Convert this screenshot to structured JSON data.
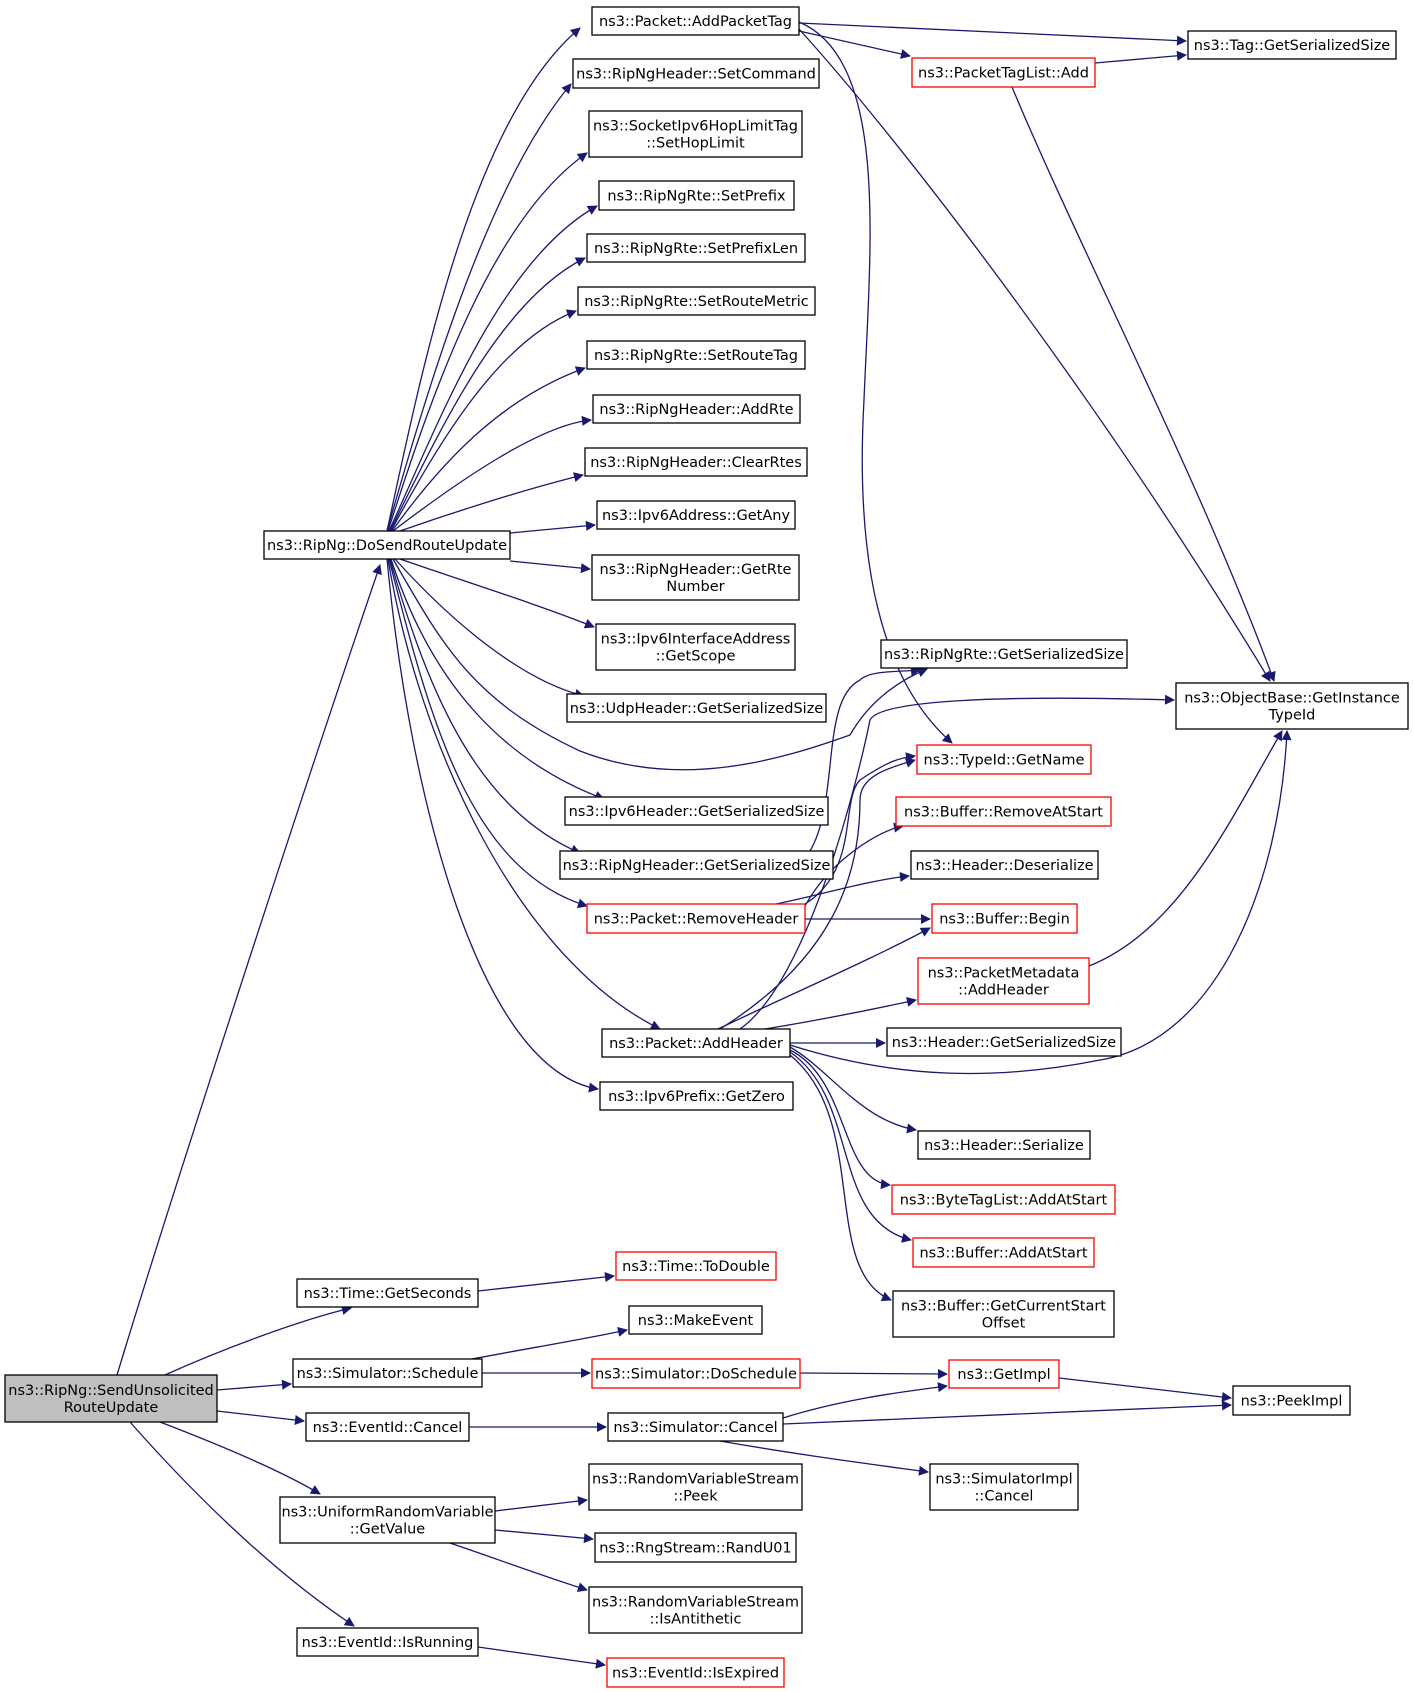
{
  "graph": {
    "edge_color": "#191970",
    "truncated_border_color": "#ff0000",
    "root_fill": "#bfbfbf",
    "nodes": [
      {
        "id": "root",
        "lines": [
          "ns3::RipNg::SendUnsolicited",
          "RouteUpdate"
        ],
        "kind": "root"
      },
      {
        "id": "dosend",
        "lines": [
          "ns3::RipNg::DoSendRouteUpdate"
        ],
        "kind": "normal"
      },
      {
        "id": "addpackettag",
        "lines": [
          "ns3::Packet::AddPacketTag"
        ],
        "kind": "normal"
      },
      {
        "id": "setcommand",
        "lines": [
          "ns3::RipNgHeader::SetCommand"
        ],
        "kind": "normal"
      },
      {
        "id": "sethoplimit",
        "lines": [
          "ns3::SocketIpv6HopLimitTag",
          "::SetHopLimit"
        ],
        "kind": "normal"
      },
      {
        "id": "setprefix",
        "lines": [
          "ns3::RipNgRte::SetPrefix"
        ],
        "kind": "normal"
      },
      {
        "id": "setprefixlen",
        "lines": [
          "ns3::RipNgRte::SetPrefixLen"
        ],
        "kind": "normal"
      },
      {
        "id": "setroutemetric",
        "lines": [
          "ns3::RipNgRte::SetRouteMetric"
        ],
        "kind": "normal"
      },
      {
        "id": "setroutetag",
        "lines": [
          "ns3::RipNgRte::SetRouteTag"
        ],
        "kind": "normal"
      },
      {
        "id": "addrte",
        "lines": [
          "ns3::RipNgHeader::AddRte"
        ],
        "kind": "normal"
      },
      {
        "id": "clearrtes",
        "lines": [
          "ns3::RipNgHeader::ClearRtes"
        ],
        "kind": "normal"
      },
      {
        "id": "getany",
        "lines": [
          "ns3::Ipv6Address::GetAny"
        ],
        "kind": "normal"
      },
      {
        "id": "getrtenumber",
        "lines": [
          "ns3::RipNgHeader::GetRte",
          "Number"
        ],
        "kind": "normal"
      },
      {
        "id": "getscope",
        "lines": [
          "ns3::Ipv6InterfaceAddress",
          "::GetScope"
        ],
        "kind": "normal"
      },
      {
        "id": "udpgetss",
        "lines": [
          "ns3::UdpHeader::GetSerializedSize"
        ],
        "kind": "normal"
      },
      {
        "id": "ipv6getss",
        "lines": [
          "ns3::Ipv6Header::GetSerializedSize"
        ],
        "kind": "normal"
      },
      {
        "id": "ripnghgetss",
        "lines": [
          "ns3::RipNgHeader::GetSerializedSize"
        ],
        "kind": "normal"
      },
      {
        "id": "removeheader",
        "lines": [
          "ns3::Packet::RemoveHeader"
        ],
        "kind": "truncated"
      },
      {
        "id": "addheader",
        "lines": [
          "ns3::Packet::AddHeader"
        ],
        "kind": "normal"
      },
      {
        "id": "getzero",
        "lines": [
          "ns3::Ipv6Prefix::GetZero"
        ],
        "kind": "normal"
      },
      {
        "id": "packettaglistadd",
        "lines": [
          "ns3::PacketTagList::Add"
        ],
        "kind": "truncated"
      },
      {
        "id": "taggetss",
        "lines": [
          "ns3::Tag::GetSerializedSize"
        ],
        "kind": "normal"
      },
      {
        "id": "rtegetss",
        "lines": [
          "ns3::RipNgRte::GetSerializedSize"
        ],
        "kind": "normal"
      },
      {
        "id": "getinstancetypeid",
        "lines": [
          "ns3::ObjectBase::GetInstance",
          "TypeId"
        ],
        "kind": "normal"
      },
      {
        "id": "typeidgetname",
        "lines": [
          "ns3::TypeId::GetName"
        ],
        "kind": "truncated"
      },
      {
        "id": "removeatstart",
        "lines": [
          "ns3::Buffer::RemoveAtStart"
        ],
        "kind": "truncated"
      },
      {
        "id": "deserialize",
        "lines": [
          "ns3::Header::Deserialize"
        ],
        "kind": "normal"
      },
      {
        "id": "bufferbegin",
        "lines": [
          "ns3::Buffer::Begin"
        ],
        "kind": "truncated"
      },
      {
        "id": "pmaddheader",
        "lines": [
          "ns3::PacketMetadata",
          "::AddHeader"
        ],
        "kind": "truncated"
      },
      {
        "id": "hdrgetss",
        "lines": [
          "ns3::Header::GetSerializedSize"
        ],
        "kind": "normal"
      },
      {
        "id": "hdrserialize",
        "lines": [
          "ns3::Header::Serialize"
        ],
        "kind": "normal"
      },
      {
        "id": "bytetagaddatstart",
        "lines": [
          "ns3::ByteTagList::AddAtStart"
        ],
        "kind": "truncated"
      },
      {
        "id": "bufferaddatstart",
        "lines": [
          "ns3::Buffer::AddAtStart"
        ],
        "kind": "truncated"
      },
      {
        "id": "getcurrentstartoffset",
        "lines": [
          "ns3::Buffer::GetCurrentStart",
          "Offset"
        ],
        "kind": "normal"
      },
      {
        "id": "getseconds",
        "lines": [
          "ns3::Time::GetSeconds"
        ],
        "kind": "normal"
      },
      {
        "id": "todouble",
        "lines": [
          "ns3::Time::ToDouble"
        ],
        "kind": "truncated"
      },
      {
        "id": "schedule",
        "lines": [
          "ns3::Simulator::Schedule"
        ],
        "kind": "normal"
      },
      {
        "id": "makeevent",
        "lines": [
          "ns3::MakeEvent"
        ],
        "kind": "normal"
      },
      {
        "id": "doschedule",
        "lines": [
          "ns3::Simulator::DoSchedule"
        ],
        "kind": "truncated"
      },
      {
        "id": "getimpl",
        "lines": [
          "ns3::GetImpl"
        ],
        "kind": "truncated"
      },
      {
        "id": "peekimpl",
        "lines": [
          "ns3::PeekImpl"
        ],
        "kind": "normal"
      },
      {
        "id": "eventcancel",
        "lines": [
          "ns3::EventId::Cancel"
        ],
        "kind": "normal"
      },
      {
        "id": "simcancel",
        "lines": [
          "ns3::Simulator::Cancel"
        ],
        "kind": "normal"
      },
      {
        "id": "simimplcancel",
        "lines": [
          "ns3::SimulatorImpl",
          "::Cancel"
        ],
        "kind": "normal"
      },
      {
        "id": "urvgetvalue",
        "lines": [
          "ns3::UniformRandomVariable",
          "::GetValue"
        ],
        "kind": "normal"
      },
      {
        "id": "rvspeek",
        "lines": [
          "ns3::RandomVariableStream",
          "::Peek"
        ],
        "kind": "normal"
      },
      {
        "id": "randu01",
        "lines": [
          "ns3::RngStream::RandU01"
        ],
        "kind": "normal"
      },
      {
        "id": "isantithetic",
        "lines": [
          "ns3::RandomVariableStream",
          "::IsAntithetic"
        ],
        "kind": "normal"
      },
      {
        "id": "isrunning",
        "lines": [
          "ns3::EventId::IsRunning"
        ],
        "kind": "normal"
      },
      {
        "id": "isexpired",
        "lines": [
          "ns3::EventId::IsExpired"
        ],
        "kind": "truncated"
      }
    ]
  }
}
